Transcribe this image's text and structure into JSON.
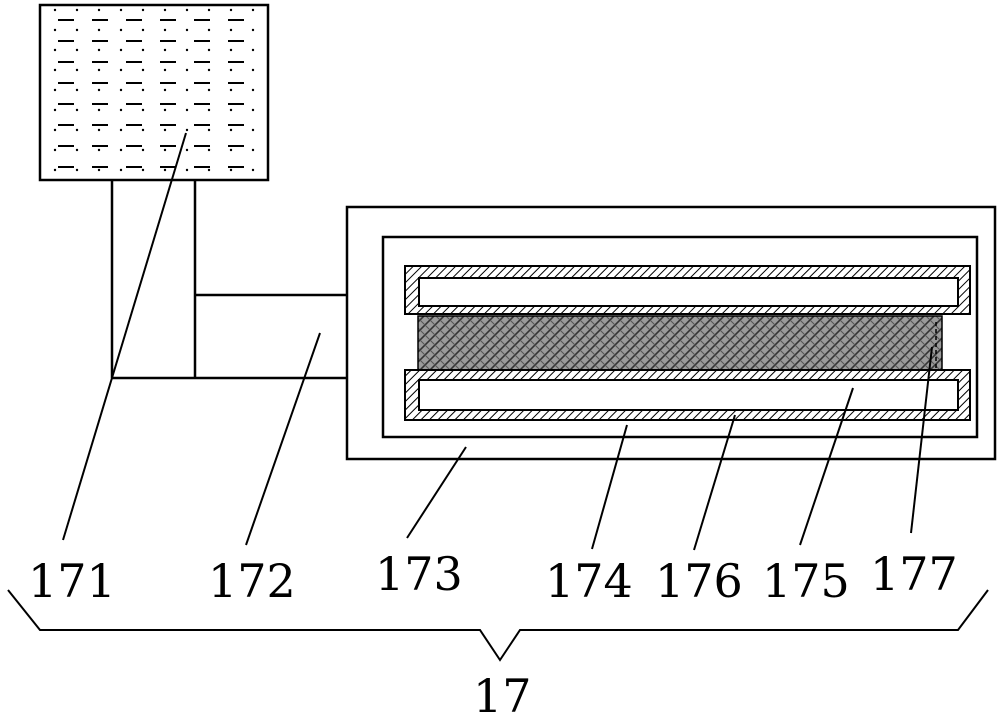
{
  "labels": {
    "l171": "171",
    "l172": "172",
    "l173": "173",
    "l174": "174",
    "l176": "176",
    "l175": "175",
    "l177": "177",
    "l17": "17"
  },
  "colors": {
    "line": "#000000",
    "background": "#ffffff",
    "hatch_fill": "#555555"
  }
}
